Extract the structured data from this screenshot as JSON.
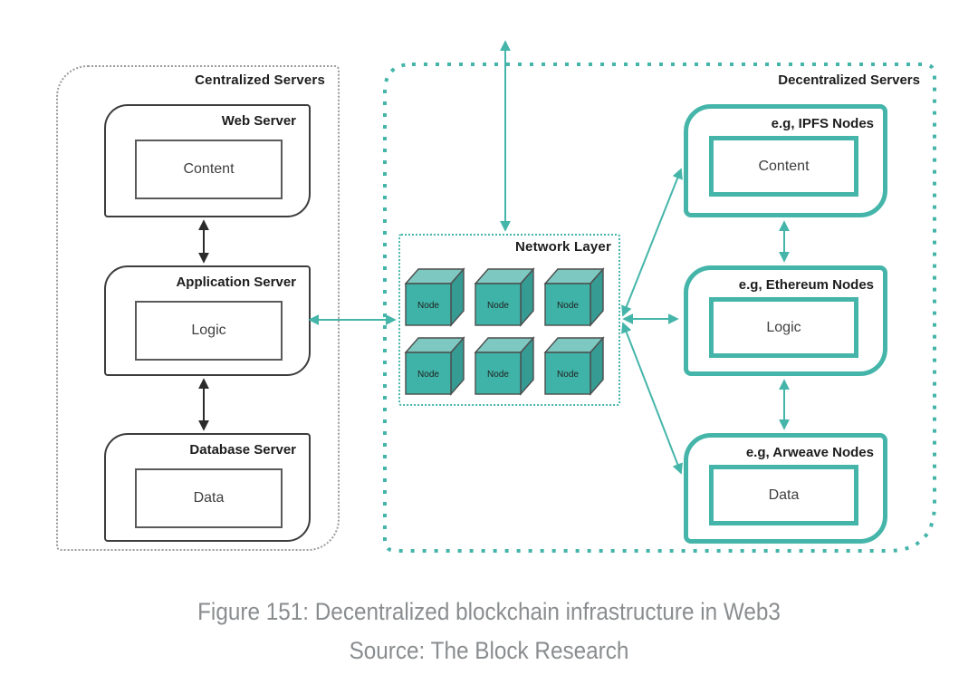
{
  "centralized": {
    "title": "Centralized Servers",
    "servers": [
      {
        "label": "Web Server",
        "content": "Content"
      },
      {
        "label": "Application Server",
        "content": "Logic"
      },
      {
        "label": "Database Server",
        "content": "Data"
      }
    ]
  },
  "decentralized": {
    "title": "Decentralized Servers",
    "network_layer": {
      "title": "Network Layer",
      "node_label": "Node",
      "node_count": 6
    },
    "servers": [
      {
        "label": "e.g, IPFS Nodes",
        "content": "Content"
      },
      {
        "label": "e.g, Ethereum Nodes",
        "content": "Logic"
      },
      {
        "label": "e.g, Arweave Nodes",
        "content": "Data"
      }
    ]
  },
  "caption": {
    "line1": "Figure 151: Decentralized blockchain infrastructure in Web3",
    "line2": "Source: The Block Research"
  },
  "colors": {
    "teal_accent": "#45b5aa",
    "cube_front": "#3fb3a7",
    "cube_top": "#7dc8c0",
    "cube_side": "#369b93",
    "line_black": "#2b2b2b",
    "caption_gray": "#8a8d8f"
  }
}
